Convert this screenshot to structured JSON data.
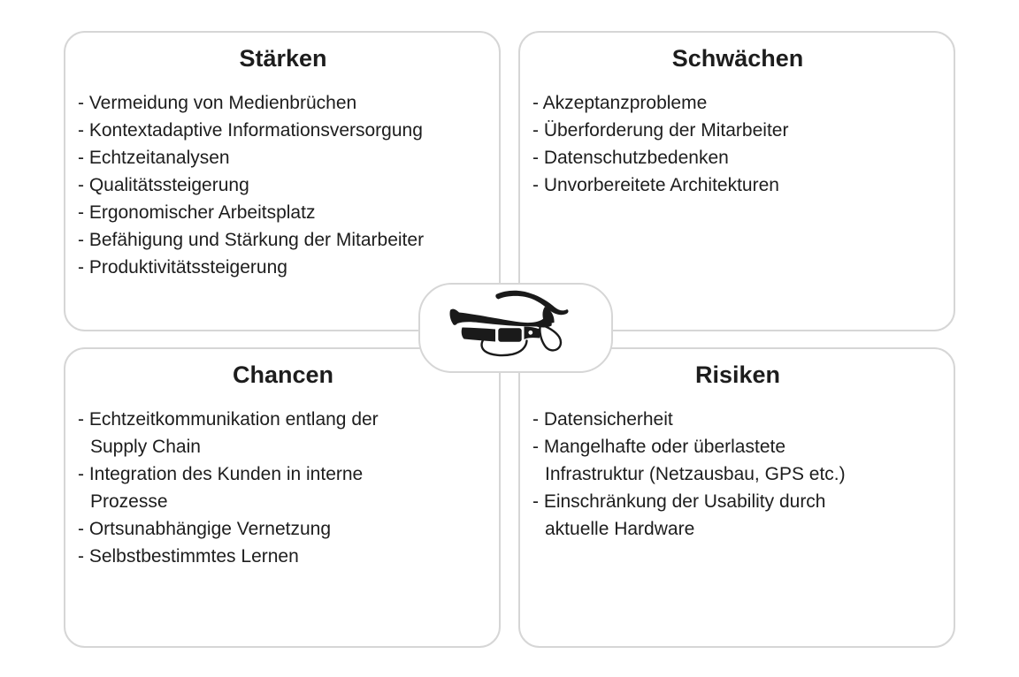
{
  "diagram": {
    "type": "swot-matrix",
    "bullet": "-",
    "center": {
      "icon": "smart-glasses-icon"
    },
    "quadrants": {
      "staerken": {
        "title": "Stärken",
        "items": [
          "Vermeidung von Medienbrüchen",
          "Kontextadaptive Informationsversorgung",
          "Echtzeitanalysen",
          "Qualitätssteigerung",
          "Ergonomischer Arbeitsplatz",
          "Befähigung und Stärkung der Mitarbeiter",
          "Produktivitätssteigerung"
        ]
      },
      "schwaechen": {
        "title": "Schwächen",
        "items": [
          "Akzeptanzprobleme",
          "Überforderung der Mitarbeiter",
          "Datenschutzbedenken",
          "Unvorbereitete Architekturen"
        ]
      },
      "chancen": {
        "title": "Chancen",
        "items": [
          "Echtzeitkommunikation entlang der\nSupply Chain",
          "Integration des Kunden in interne\nProzesse",
          "Ortsunabhängige Vernetzung",
          "Selbstbestimmtes Lernen"
        ]
      },
      "risiken": {
        "title": "Risiken",
        "items": [
          "Datensicherheit",
          "Mangelhafte oder überlastete\nInfrastruktur (Netzausbau, GPS etc.)",
          "Einschränkung der Usability durch\naktuelle Hardware"
        ]
      }
    },
    "colors": {
      "border": "#d6d6d6",
      "text": "#1d1d1d",
      "background": "#ffffff",
      "icon": "#1a1a1a"
    }
  }
}
